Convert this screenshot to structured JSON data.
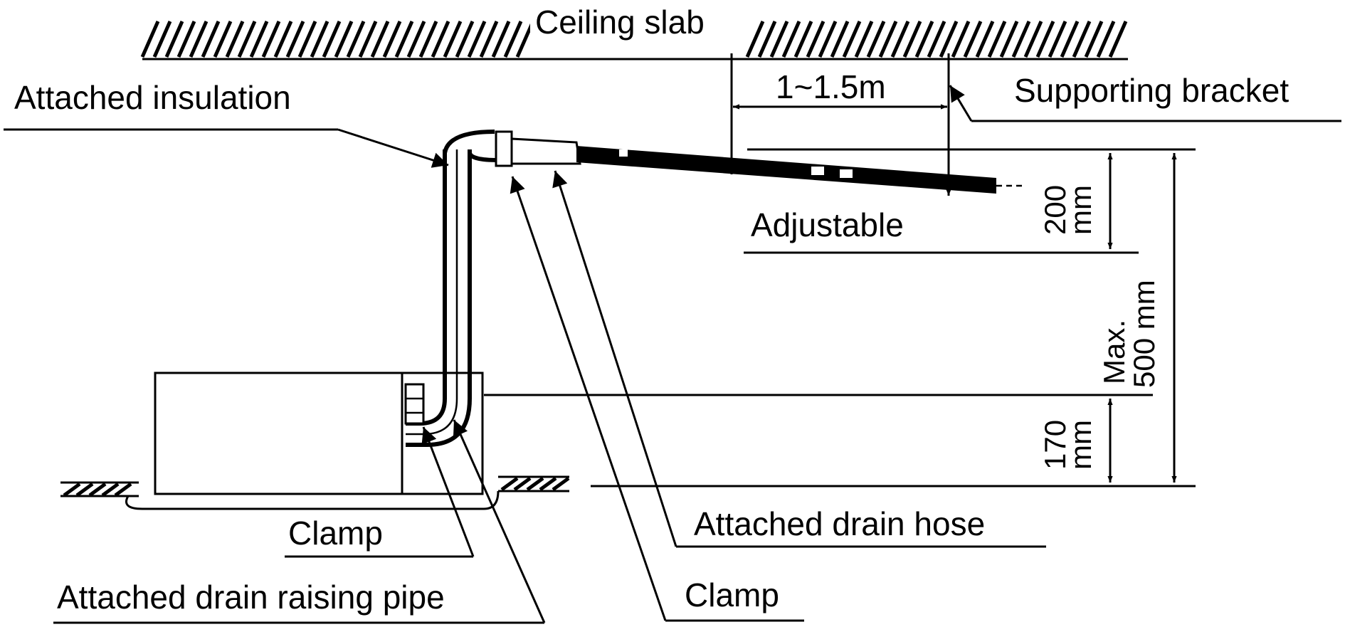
{
  "labels": {
    "ceiling_slab": "Ceiling slab",
    "attached_insulation": "Attached insulation",
    "distance": "1~1.5m",
    "supporting_bracket": "Supporting bracket",
    "adjustable": "Adjustable",
    "dim_200_value": "200",
    "dim_200_unit": "mm",
    "max_label": "Max.",
    "dim_500": "500 mm",
    "dim_170_value": "170",
    "dim_170_unit": "mm",
    "clamp_left": "Clamp",
    "attached_drain_hose": "Attached drain hose",
    "attached_drain_raising_pipe": "Attached drain raising pipe",
    "clamp_right": "Clamp"
  }
}
